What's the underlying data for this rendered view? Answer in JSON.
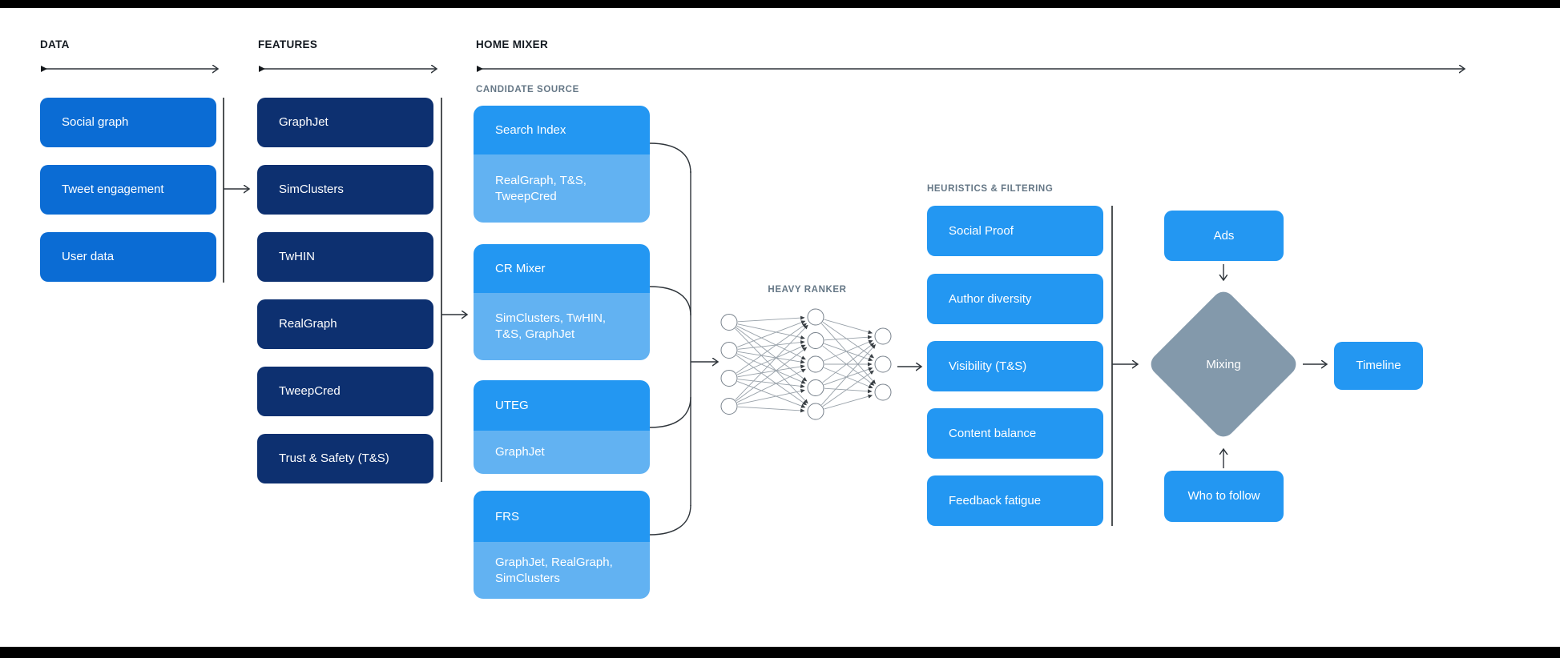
{
  "colors": {
    "background": "#ffffff",
    "frame_bar": "#000000",
    "data_box_blue": "#0b6cd4",
    "feature_box_navy": "#0d3070",
    "candidate_header_blue": "#2397f2",
    "candidate_sub_blue": "#62b2f2",
    "heuristic_box_blue": "#2397f2",
    "mixing_diamond_gray": "#8399ab",
    "connector_line": "#2e343a",
    "section_header_text": "#141a21",
    "sub_label_text": "#657786"
  },
  "headers": {
    "data": "DATA",
    "features": "FEATURES",
    "home_mixer": "HOME MIXER"
  },
  "data_column": {
    "items": [
      "Social graph",
      "Tweet engagement",
      "User data"
    ]
  },
  "features_column": {
    "items": [
      "GraphJet",
      "SimClusters",
      "TwHIN",
      "RealGraph",
      "TweepCred",
      "Trust & Safety (T&S)"
    ]
  },
  "candidate_source": {
    "label": "CANDIDATE SOURCE",
    "groups": [
      {
        "name": "Search Index",
        "features": "RealGraph, T&S, TweepCred"
      },
      {
        "name": "CR Mixer",
        "features": "SimClusters, TwHIN, T&S, GraphJet"
      },
      {
        "name": "UTEG",
        "features": "GraphJet"
      },
      {
        "name": "FRS",
        "features": "GraphJet, RealGraph, SimClusters"
      }
    ]
  },
  "heavy_ranker": {
    "label": "HEAVY RANKER",
    "layers": [
      4,
      5,
      3
    ]
  },
  "heuristics": {
    "label": "HEURISTICS & FILTERING",
    "items": [
      "Social Proof",
      "Author diversity",
      "Visibility (T&S)",
      "Content balance",
      "Feedback fatigue"
    ]
  },
  "mixing": {
    "label": "Mixing",
    "ads": "Ads",
    "who_to_follow": "Who to follow"
  },
  "timeline": {
    "label": "Timeline"
  }
}
